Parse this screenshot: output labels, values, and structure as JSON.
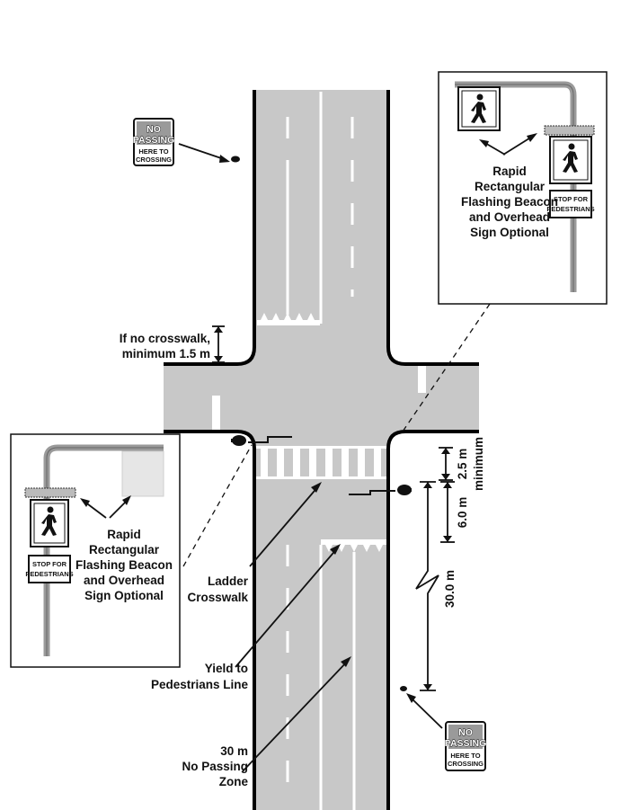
{
  "labels": {
    "if_no_crosswalk_line1": "If no crosswalk,",
    "if_no_crosswalk_line2": "minimum 1.5 m",
    "min_2_5": "2.5 m",
    "minimum": "minimum",
    "dim_6_0": "6.0 m",
    "dim_30_0": "30.0 m",
    "ladder_line1": "Ladder",
    "ladder_line2": "Crosswalk",
    "yield_line1": "Yield to",
    "yield_line2": "Pedestrians Line",
    "zone_line1": "30 m",
    "zone_line2": "No Passing",
    "zone_line3": "Zone"
  },
  "callout_top_right": {
    "line1": "Rapid",
    "line2": "Rectangular",
    "line3": "Flashing Beacon",
    "line4": "and Overhead",
    "line5": "Sign Optional",
    "stop_sign_line1": "STOP FOR",
    "stop_sign_line2": "PEDESTRIANS"
  },
  "callout_bottom_left": {
    "line1": "Rapid",
    "line2": "Rectangular",
    "line3": "Flashing Beacon",
    "line4": "and Overhead",
    "line5": "Sign Optional",
    "stop_sign_line1": "STOP FOR",
    "stop_sign_line2": "PEDESTRIANS"
  },
  "no_passing_sign": {
    "line1": "NO",
    "line2": "PASSING",
    "line3": "HERE TO",
    "line4": "CROSSING"
  },
  "colors": {
    "road": "#c8c8c8",
    "curb": "#000000",
    "marking": "#ffffff",
    "sign_panel": "#e6e6e6"
  }
}
